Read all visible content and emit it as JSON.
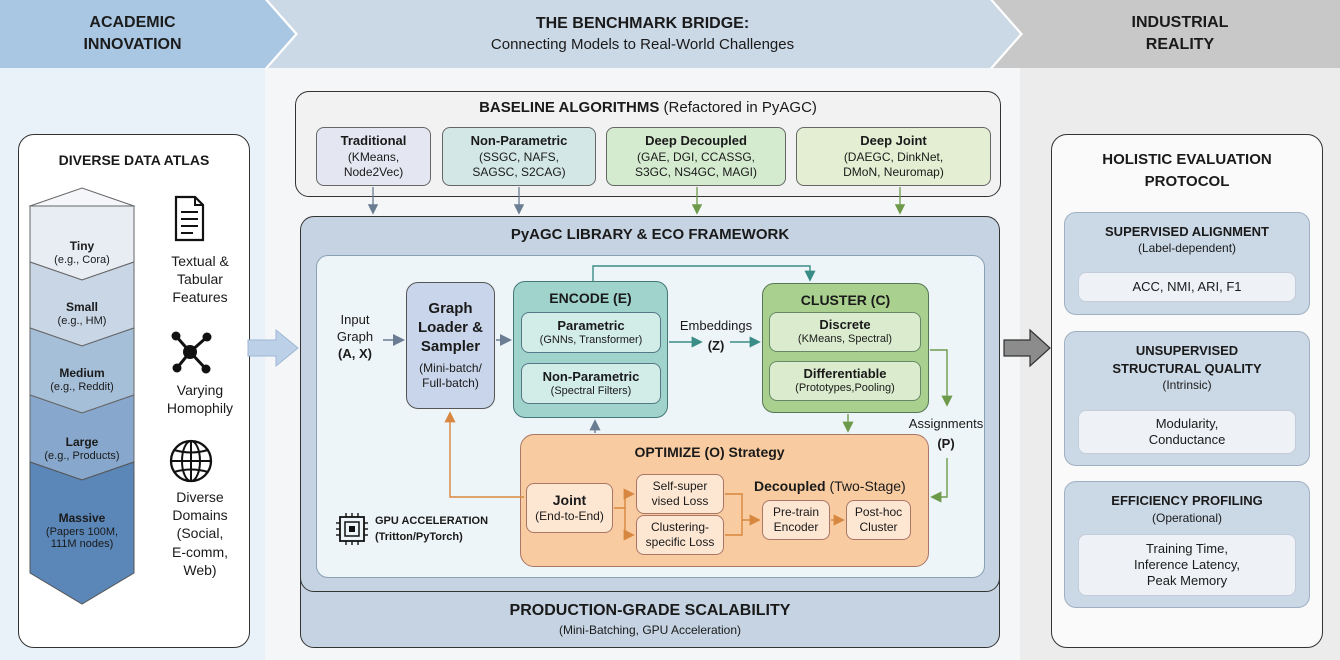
{
  "header": {
    "left_line1": "ACADEMIC",
    "left_line2": "INNOVATION",
    "center_title": "THE BENCHMARK BRIDGE:",
    "center_subtitle": "Connecting Models to Real-World Challenges",
    "right_line1": "INDUSTRIAL",
    "right_line2": "REALITY"
  },
  "atlas": {
    "title": "DIVERSE DATA ATLAS",
    "scales": [
      {
        "name": "Tiny",
        "example": "(e.g., Cora)",
        "color": "#e8edf4"
      },
      {
        "name": "Small",
        "example": "(e.g., HM)",
        "color": "#c8d6e6"
      },
      {
        "name": "Medium",
        "example": "(e.g., Reddit)",
        "color": "#a6bfd9"
      },
      {
        "name": "Large",
        "example": "(e.g., Products)",
        "color": "#87a8cc"
      },
      {
        "name": "Massive",
        "example1": "(Papers 100M,",
        "example2": "111M nodes)",
        "color": "#5b86b8"
      }
    ],
    "features": [
      {
        "icon": "document-icon",
        "line1": "Textual &",
        "line2": "Tabular",
        "line3": "Features"
      },
      {
        "icon": "graph-network-icon",
        "line1": "Varying",
        "line2": "Homophily"
      },
      {
        "icon": "globe-icon",
        "line1": "Diverse",
        "line2": "Domains",
        "line3": "(Social,",
        "line4": "E-comm,",
        "line5": "Web)"
      }
    ]
  },
  "baselines": {
    "title_bold": "BASELINE ALGORITHMS",
    "title_rest": " (Refactored in PyAGC)",
    "groups": [
      {
        "name": "Traditional",
        "l1": "(KMeans,",
        "l2": "Node2Vec)",
        "color": "#e4e6f2"
      },
      {
        "name": "Non-Parametric",
        "l1": "(SSGC, NAFS,",
        "l2": "SAGSC, S2CAG)",
        "color": "#d3e8e6"
      },
      {
        "name": "Deep Decoupled",
        "l1": "(GAE, DGI, CCASSG,",
        "l2": "S3GC, NS4GC, MAGI)",
        "color": "#d5ebd0"
      },
      {
        "name": "Deep Joint",
        "l1": "(DAEGC, DinkNet,",
        "l2": "DMoN, Neuromap)",
        "color": "#e3eed2"
      }
    ]
  },
  "framework": {
    "title": "PyAGC LIBRARY & ECO FRAMEWORK",
    "input_l1": "Input",
    "input_l2": "Graph",
    "input_l3": "(A, X)",
    "loader_l1": "Graph",
    "loader_l2": "Loader &",
    "loader_l3": "Sampler",
    "loader_s1": "(Mini-batch/",
    "loader_s2": "Full-batch)",
    "encode_title": "ENCODE (E)",
    "param_title": "Parametric",
    "param_sub": "(GNNs, Transformer)",
    "nonparam_title": "Non-Parametric",
    "nonparam_sub": "(Spectral Filters)",
    "embeddings_l1": "Embeddings",
    "embeddings_l2": "(Z)",
    "cluster_title": "CLUSTER (C)",
    "discrete_title": "Discrete",
    "discrete_sub": "(KMeans, Spectral)",
    "diff_title": "Differentiable",
    "diff_sub": "(Prototypes,Pooling)",
    "assign_l1": "Assignments",
    "assign_l2": "(P)",
    "optimize_title": "OPTIMIZE (O) Strategy",
    "joint_title": "Joint",
    "joint_sub": "(End-to-End)",
    "selfsup_l1": "Self-super",
    "selfsup_l2": "vised Loss",
    "clusloss_l1": "Clustering-",
    "clusloss_l2": "specific Loss",
    "decoupled_bold": "Decoupled",
    "decoupled_rest": " (Two-Stage)",
    "pretrain_l1": "Pre-train",
    "pretrain_l2": "Encoder",
    "posthoc_l1": "Post-hoc",
    "posthoc_l2": "Cluster",
    "gpu_l1": "GPU ACCELERATION",
    "gpu_l2": "(Tritton/PyTorch)"
  },
  "production": {
    "title": "PRODUCTION-GRADE SCALABILITY",
    "subtitle": "(Mini-Batching, GPU Acceleration)"
  },
  "evaluation": {
    "title_l1": "HOLISTIC EVALUATION",
    "title_l2": "PROTOCOL",
    "sections": [
      {
        "title": "SUPERVISED ALIGNMENT",
        "sub": "(Label-dependent)",
        "metrics_l1": "ACC, NMI, ARI, F1"
      },
      {
        "title_l1": "UNSUPERVISED",
        "title_l2": "STRUCTURAL QUALITY",
        "sub": "(Intrinsic)",
        "metrics_l1": "Modularity,",
        "metrics_l2": "Conductance"
      },
      {
        "title": "EFFICIENCY PROFILING",
        "sub": "(Operational)",
        "metrics_l1": "Training Time,",
        "metrics_l2": "Inference Latency,",
        "metrics_l3": "Peak Memory"
      }
    ]
  }
}
